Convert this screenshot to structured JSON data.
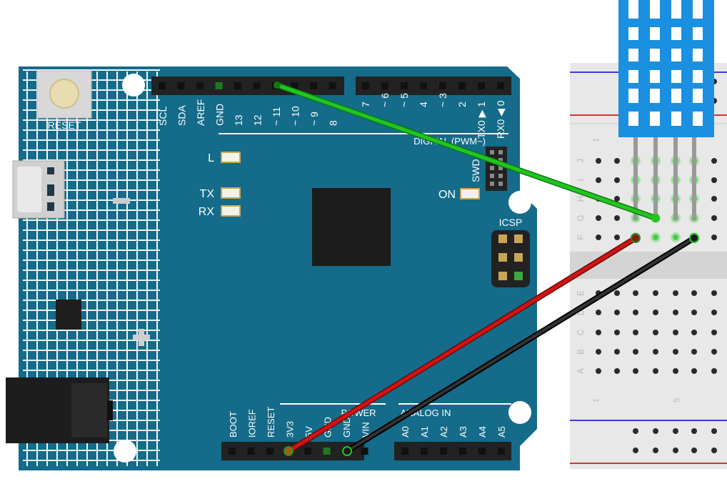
{
  "board": {
    "reset_label": "RESET",
    "top_header_labels": [
      "SCL",
      "SDA",
      "AREF",
      "GND",
      "13",
      "12",
      "~ 11",
      "~ 10",
      "~ 9",
      "8"
    ],
    "top_header_labels_right": [
      "7",
      "~ 6",
      "~ 5",
      "4",
      "~ 3",
      "2",
      "TX0 ▶ 1",
      "RX0 ◀ 0"
    ],
    "digital_label": "DIGITAL (PWM~)",
    "led_l_label": "L",
    "led_tx_label": "TX",
    "led_rx_label": "RX",
    "led_on_label": "ON",
    "swd_label": "SWD",
    "icsp_label": "ICSP",
    "power_label": "POWER",
    "analog_label": "ANALOG IN",
    "power_pin_labels": [
      "BOOT",
      "IOREF",
      "RESET",
      "3V3",
      "5V",
      "GND",
      "GND",
      "VIN"
    ],
    "analog_pin_labels": [
      "A0",
      "A1",
      "A2",
      "A3",
      "A4",
      "A5"
    ],
    "colors": {
      "board": "#146b8a",
      "header": "#222222",
      "grid": "#ffffff"
    }
  },
  "breadboard": {
    "row_letters_top": [
      "J",
      "I",
      "H",
      "G",
      "F"
    ],
    "row_letters_bottom": [
      "E",
      "D",
      "C",
      "B",
      "A"
    ],
    "column_numbers": [
      "1",
      "5"
    ],
    "colors": {
      "body": "#e6e6e6",
      "rail_red": "#d33",
      "rail_blue": "#33c"
    }
  },
  "sensor": {
    "color": "#1b8fe0",
    "pin_count": 4
  },
  "wires": [
    {
      "name": "signal-wire",
      "color": "#1fc21f",
      "from": "pin ~11",
      "to": "breadboard G"
    },
    {
      "name": "power-wire",
      "color": "#cc1111",
      "from": "3V3",
      "to": "breadboard F"
    },
    {
      "name": "ground-wire",
      "color": "#1a1a1a",
      "from": "GND",
      "to": "breadboard F"
    }
  ]
}
